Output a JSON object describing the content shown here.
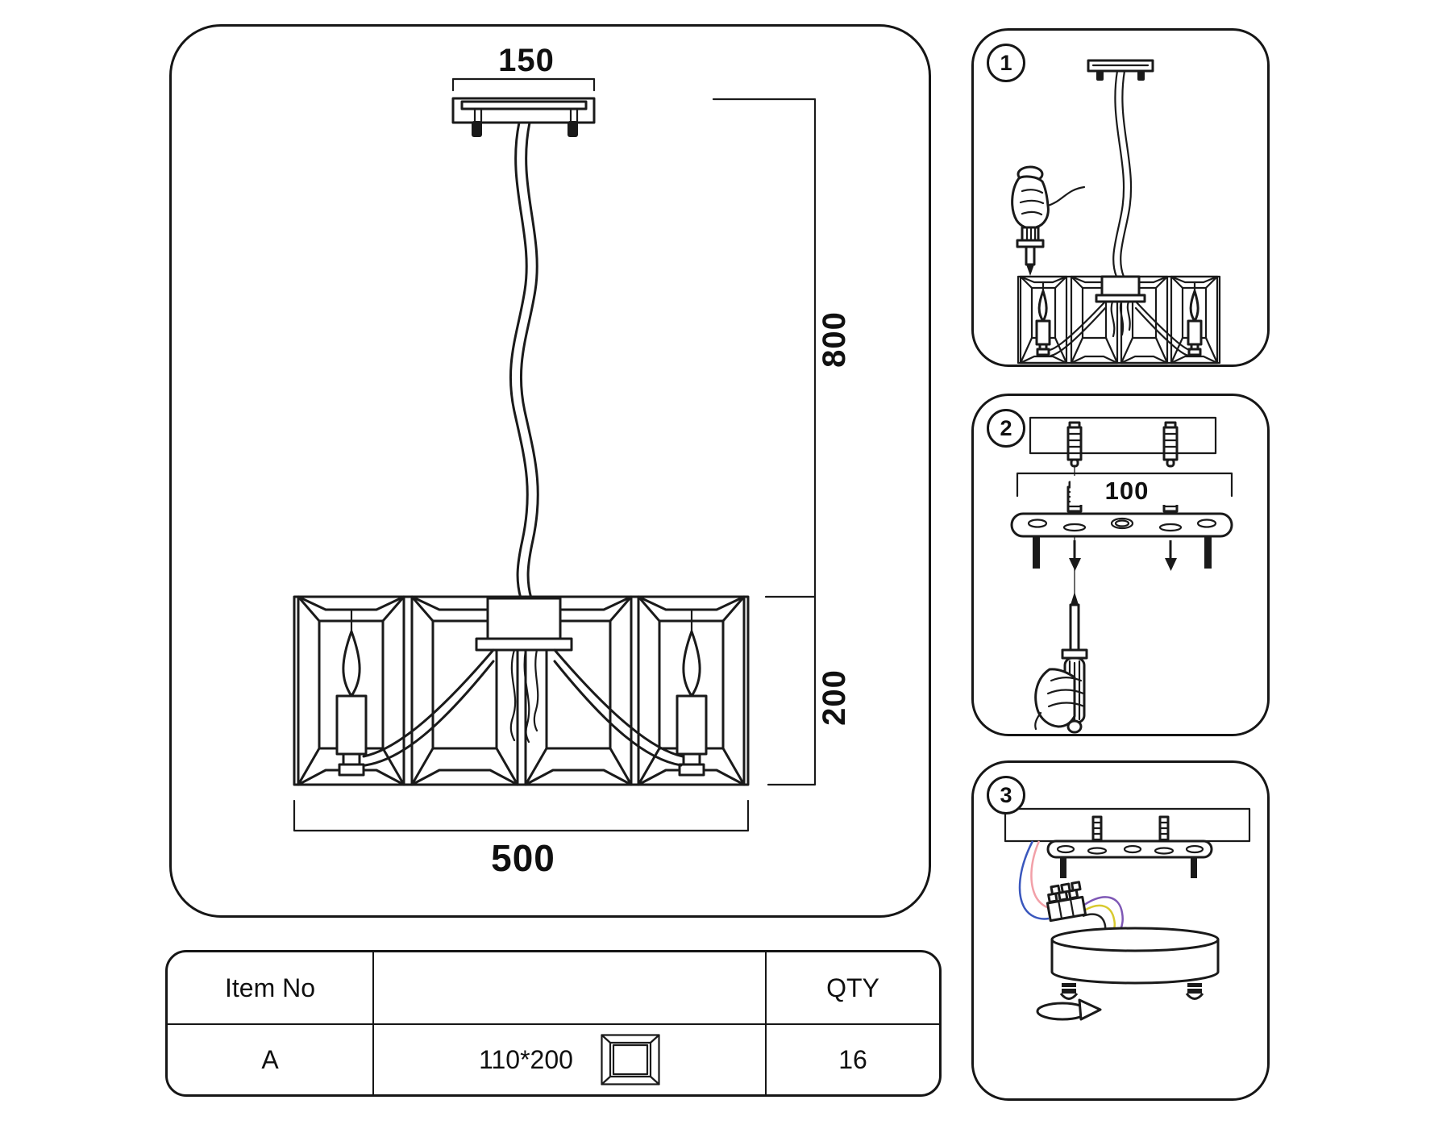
{
  "sheet": {
    "dimensions": {
      "canopy_width": "150",
      "suspension_length": "800",
      "shade_height": "200",
      "shade_width": "500",
      "mount_hole_spacing": "100"
    },
    "steps": [
      {
        "number": "1",
        "icons": [
          "ceiling-canopy-icon",
          "cable-icon",
          "crystal-shade-icon",
          "hand-screwdriver-icon"
        ]
      },
      {
        "number": "2",
        "icons": [
          "wall-anchor-icon",
          "mounting-bar-icon",
          "screw-down-arrow-icon",
          "hand-screwdriver-icon"
        ]
      },
      {
        "number": "3",
        "icons": [
          "mounting-bar-icon",
          "terminal-block-icon",
          "wires-icon",
          "canopy-disc-icon",
          "cap-nut-icon",
          "rotate-arrow-icon"
        ]
      }
    ],
    "parts_table": {
      "columns": {
        "item_no": "Item No",
        "qty": "QTY"
      },
      "rows": [
        {
          "item_no": "A",
          "size": "110*200",
          "icon": "crystal-panel-icon",
          "qty": "16"
        }
      ]
    },
    "colors": {
      "line": "#1a1a1a",
      "wire_blue": "#3a57bd",
      "wire_pink": "#f2a0a8",
      "wire_purple": "#7e57b5",
      "wire_yellow": "#d8ca2f",
      "wire_black": "#222222"
    }
  }
}
